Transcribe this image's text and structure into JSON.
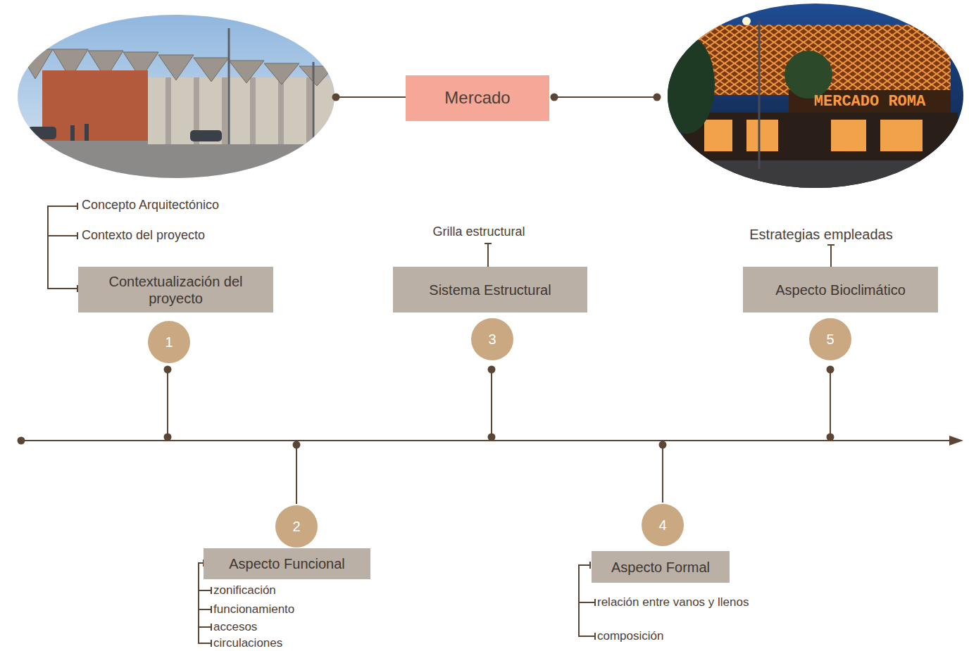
{
  "diagram": {
    "nodes": [
      {
        "text": [
          "Mercado"
        ]
      },
      {
        "text": [
          "Contextualización del proyecto"
        ]
      },
      {
        "text": [
          "1"
        ]
      },
      {
        "text": [
          "Sistema Estructural"
        ]
      },
      {
        "text": [
          "3"
        ]
      },
      {
        "text": [
          "Aspecto Bioclimático"
        ]
      },
      {
        "text": [
          "5"
        ]
      },
      {
        "text": [
          "2"
        ]
      },
      {
        "text": [
          "Aspecto Funcional"
        ]
      },
      {
        "text": [
          "4"
        ]
      },
      {
        "text": [
          "Aspecto Formal"
        ]
      }
    ],
    "labels": [
      "MERCADO ROMA",
      "Concepto Arquitectónico",
      "Contexto del proyecto",
      "Grilla estructural",
      "Estrategias empleadas",
      "zonificación",
      "funcionamiento",
      "accesos",
      "circulaciones",
      "relación entre vanos y llenos",
      "composición"
    ]
  }
}
